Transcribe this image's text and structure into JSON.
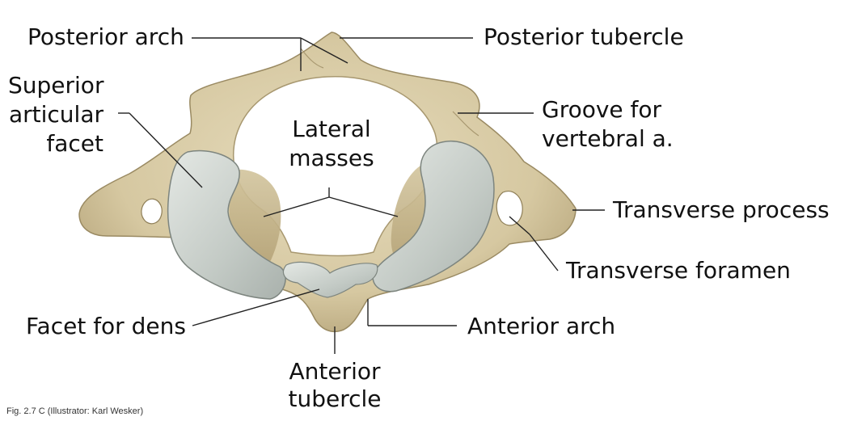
{
  "labels": {
    "posterior_arch": "Posterior arch",
    "posterior_tubercle": "Posterior  tubercle",
    "superior_articular_facet": [
      "Superior",
      "articular",
      "facet"
    ],
    "groove_for_vertebral_a": [
      "Groove for",
      "vertebral a."
    ],
    "lateral_masses": [
      "Lateral",
      "masses"
    ],
    "transverse_process": "Transverse process",
    "transverse_foramen": "Transverse foramen",
    "facet_for_dens": "Facet for dens",
    "anterior_arch": "Anterior arch",
    "anterior_tubercle": [
      "Anterior",
      "tubercle"
    ]
  },
  "caption": "Fig. 2.7 C   (Illustrator: Karl Wesker)",
  "colors": {
    "bone": "#d9cca7",
    "bone_shade": "#b9a97f",
    "bone_dark": "#8f7f58",
    "cartilage": "#c5cbc6",
    "cartilage_light": "#e2e6e2",
    "leader": "#222222",
    "text": "#111111"
  }
}
